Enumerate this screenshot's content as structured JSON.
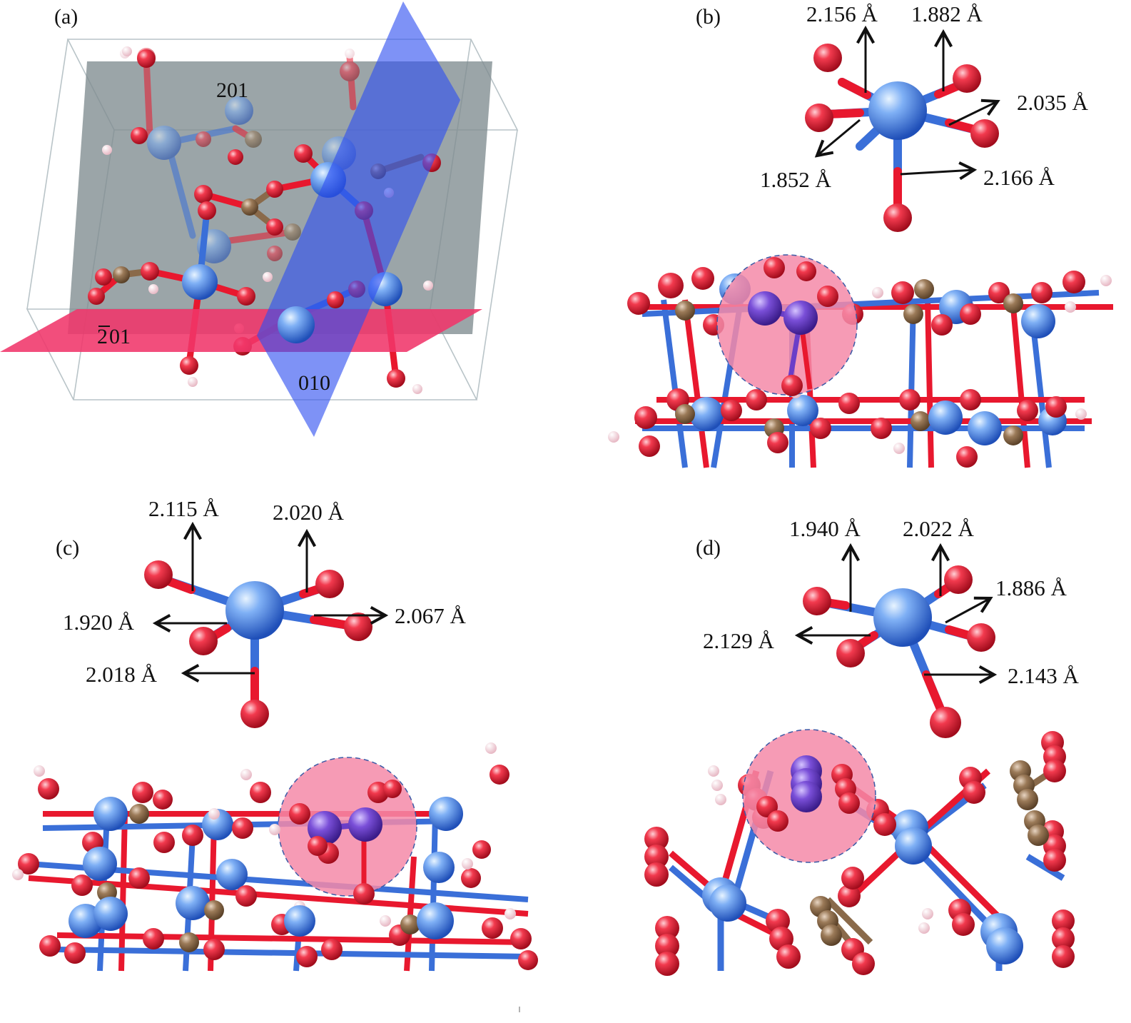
{
  "figure": {
    "panels": [
      {
        "id": "a",
        "label": "(a)",
        "planes": {
          "p201": "201",
          "pbar201_digits": "01",
          "pbar201_bar": "2",
          "p010": "010"
        }
      },
      {
        "id": "b",
        "label": "(b)",
        "distances": [
          "2.156 Å",
          "1.882 Å",
          "2.035 Å",
          "1.852 Å",
          "2.166 Å"
        ]
      },
      {
        "id": "c",
        "label": "(c)",
        "distances": [
          "2.115 Å",
          "2.020 Å",
          "1.920 Å",
          "2.067 Å",
          "2.018 Å"
        ]
      },
      {
        "id": "d",
        "label": "(d)",
        "distances": [
          "1.940 Å",
          "2.022 Å",
          "1.886 Å",
          "2.129 Å",
          "2.143 Å"
        ]
      }
    ]
  },
  "colors": {
    "metal": "#3a6fd8",
    "oxygen": "#e8182e",
    "carbon": "#8a6a4a",
    "hydrogen": "#f3d3dc",
    "dopant": "#6a3ec8",
    "highlight": "#f58aa8",
    "plane_gray": "#7f8c8f",
    "plane_red": "#f0366a",
    "plane_blue": "#2e4ff0"
  }
}
